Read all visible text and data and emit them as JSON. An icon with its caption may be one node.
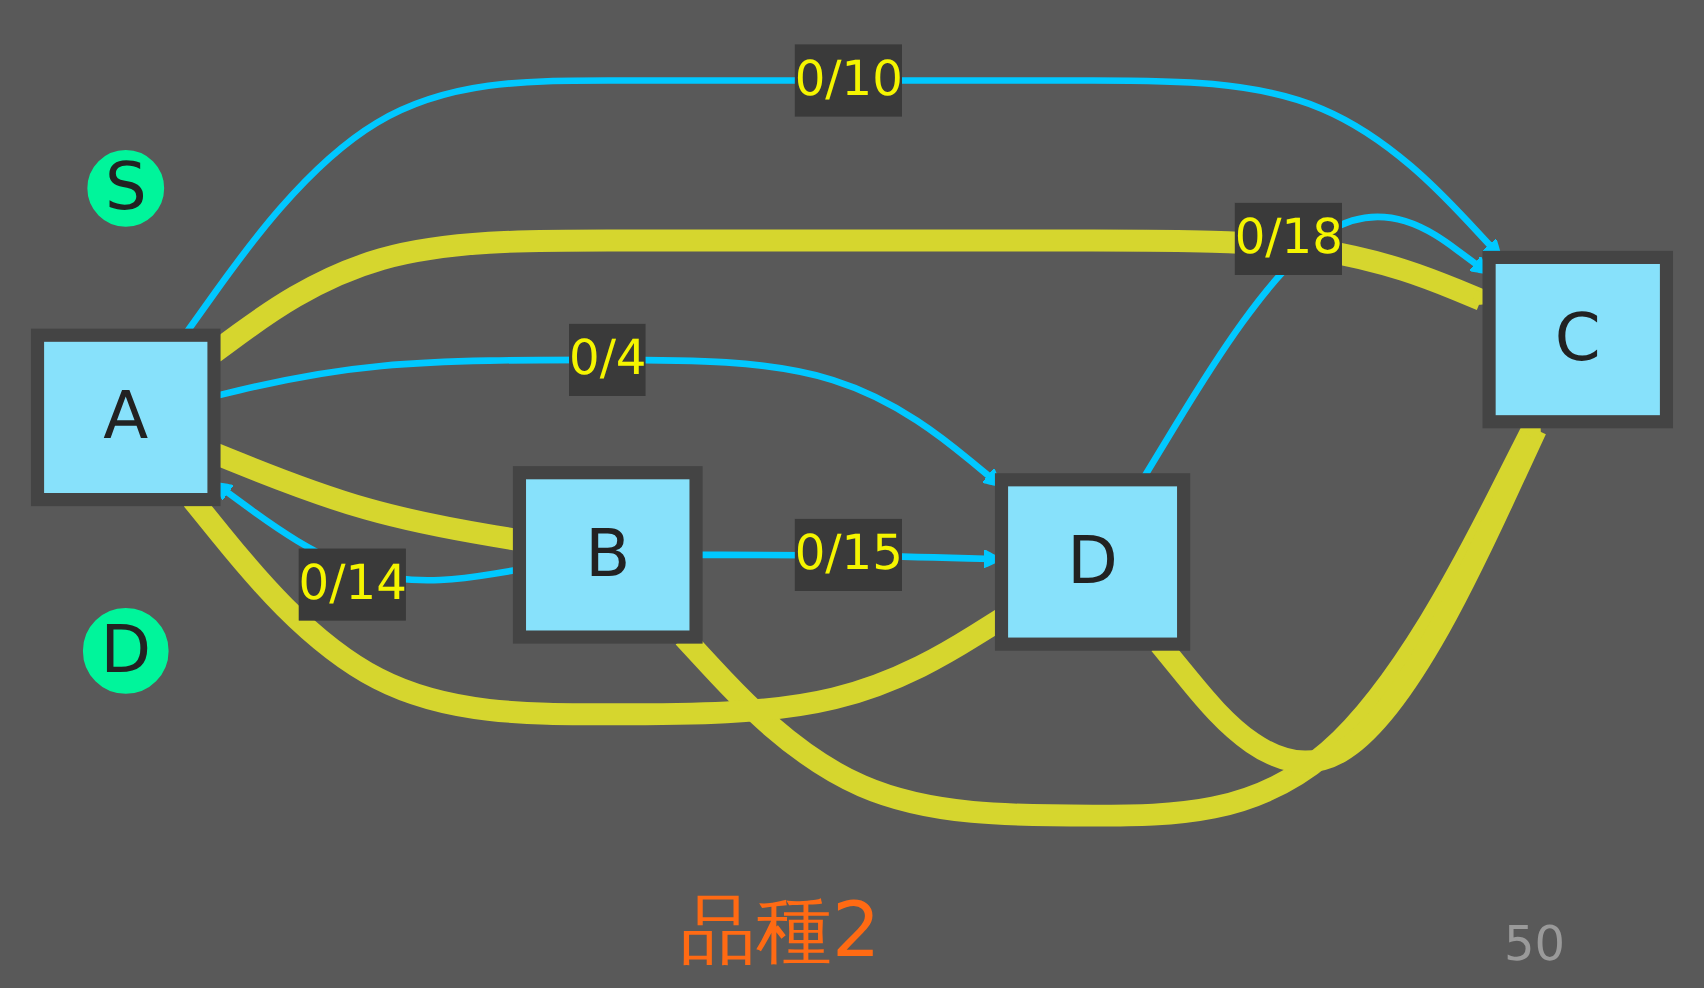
{
  "diagram": {
    "nodes": [
      {
        "text": [
          "S"
        ]
      },
      {
        "text": [
          "A"
        ]
      },
      {
        "text": [
          "B"
        ]
      },
      {
        "text": [
          "D"
        ]
      },
      {
        "text": [
          "C"
        ]
      },
      {
        "text": [
          "D"
        ]
      }
    ],
    "edges": [
      {
        "from": 2,
        "to": 1,
        "arrow": "to",
        "label": "0/14"
      },
      {
        "from": 1,
        "to": 4,
        "arrow": "to",
        "label": "0/10"
      },
      {
        "from": 1,
        "to": 5,
        "arrow": "to",
        "label": "0/4"
      },
      {
        "from": 2,
        "to": 5,
        "arrow": "to",
        "label": "0/15"
      },
      {
        "from": 5,
        "to": 4,
        "arrow": "to",
        "label": "0/18"
      },
      {
        "from": 1,
        "to": 4,
        "arrow": "to",
        "style": "thick",
        "color": "#d6d62e"
      },
      {
        "from": 1,
        "to": 2,
        "arrow": "none",
        "style": "thick",
        "color": "#d6d62e"
      },
      {
        "from": 2,
        "to": 4,
        "arrow": "to",
        "style": "thick",
        "color": "#d6d62e"
      },
      {
        "from": 1,
        "to": 5,
        "arrow": "none",
        "style": "thick",
        "color": "#d6d62e"
      },
      {
        "from": 5,
        "to": 4,
        "arrow": "to",
        "style": "thick",
        "color": "#d6d62e"
      }
    ],
    "labels": [
      "品種2",
      "50"
    ]
  }
}
